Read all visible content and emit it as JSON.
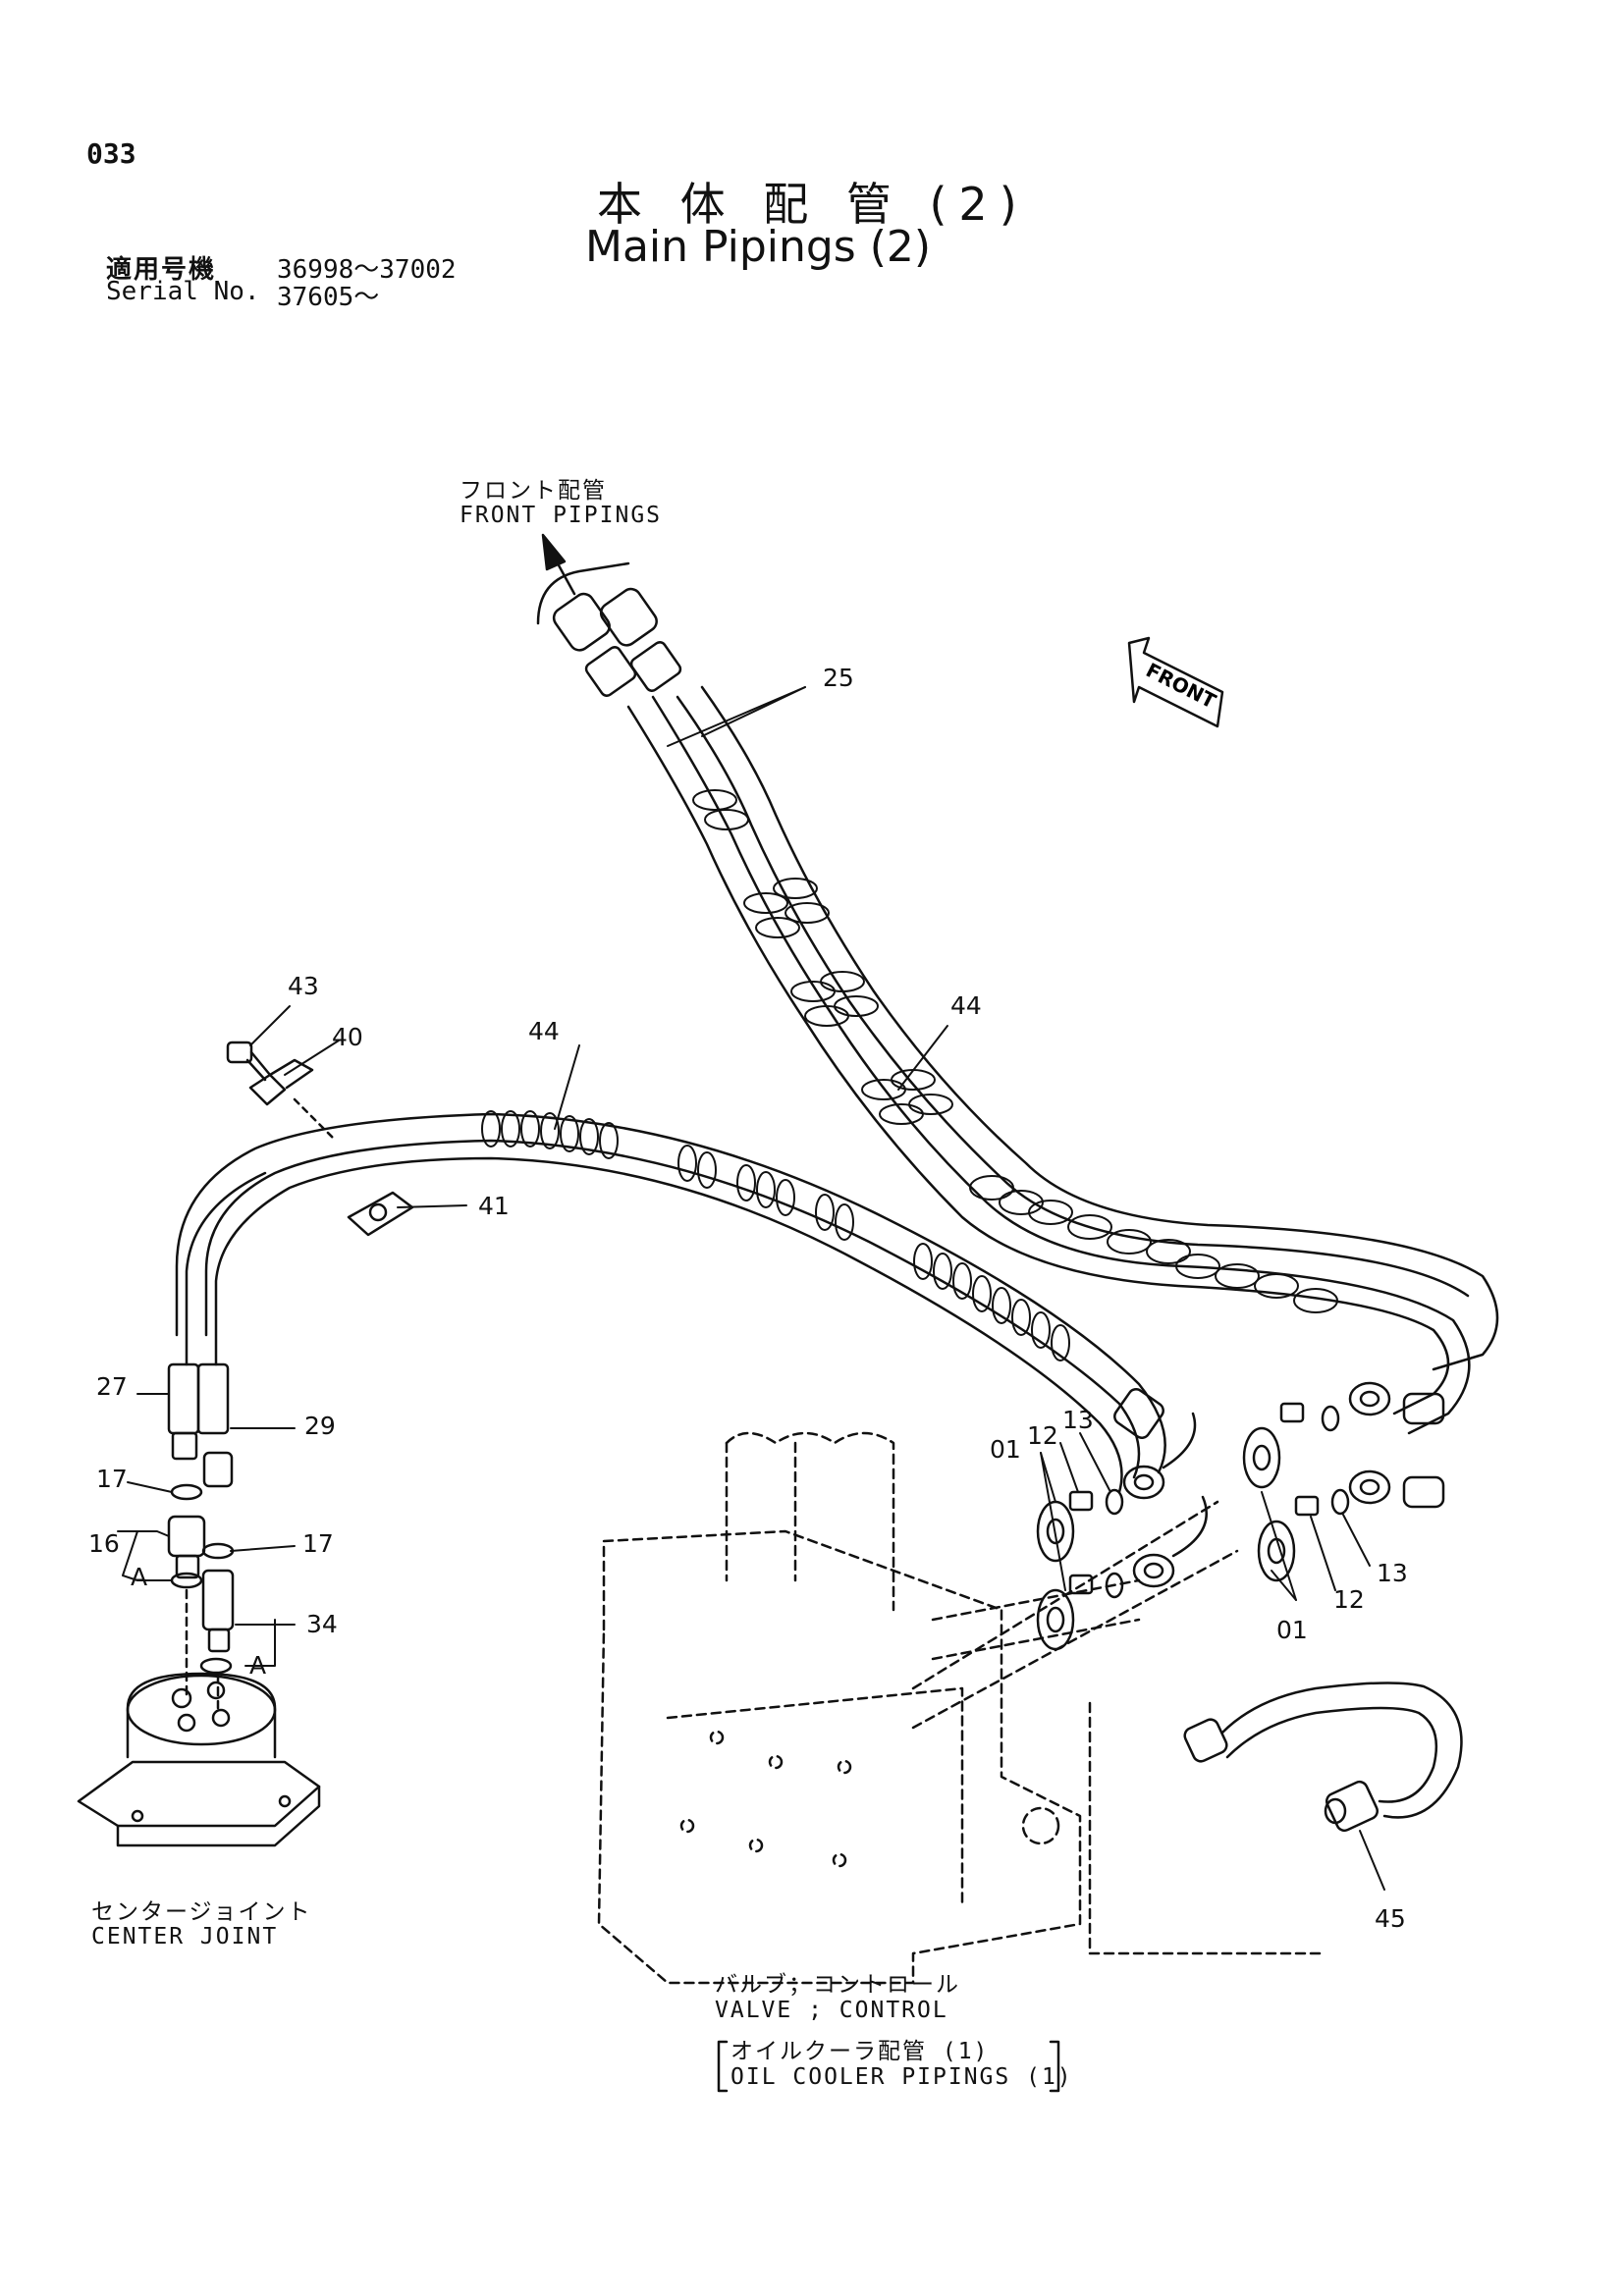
{
  "page_number": "033",
  "title": {
    "japanese": "本 体 配 管 (2)",
    "english": "Main Pipings (2)"
  },
  "serial": {
    "label_jp": "適用号機",
    "label_en": "Serial No.",
    "range_1": "36998～37002",
    "range_2": "37605～"
  },
  "labels": {
    "front_pipings_jp": "フロント配管",
    "front_pipings_en": "FRONT PIPINGS",
    "front_arrow": "FRONT",
    "center_joint_jp": "センタージョイント",
    "center_joint_en": "CENTER JOINT",
    "valve_control_jp": "バルブ；コントロール",
    "valve_control_en": "VALVE ; CONTROL",
    "oil_cooler_jp": "オイルクーラ配管 (1)",
    "oil_cooler_en": "OIL COOLER PIPINGS (1)"
  },
  "callouts": {
    "p25": "25",
    "p44a": "44",
    "p44b": "44",
    "p43": "43",
    "p40": "40",
    "p41": "41",
    "p27": "27",
    "p29": "29",
    "p17a": "17",
    "p17b": "17",
    "p16": "16",
    "pA1": "A",
    "pA2": "A",
    "p34": "34",
    "p01a": "01",
    "p12a": "12",
    "p13a": "13",
    "p01b": "01",
    "p12b": "12",
    "p13b": "13",
    "p45": "45"
  }
}
